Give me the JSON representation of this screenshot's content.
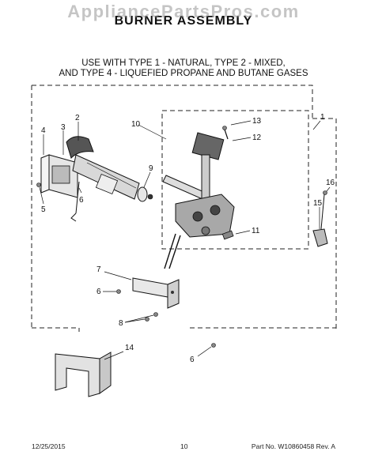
{
  "watermark": "AppliancePartsPros.com",
  "title": "BURNER ASSEMBLY",
  "subtitle_line1": "USE WITH TYPE 1 - NATURAL, TYPE 2 - MIXED,",
  "subtitle_line2": "AND TYPE 4 - LIQUEFIED PROPANE AND BUTANE GASES",
  "callouts": {
    "c1": "1",
    "c2": "2",
    "c3": "3",
    "c4": "4",
    "c5": "5",
    "c6a": "6",
    "c6b": "6",
    "c6c": "6",
    "c7": "7",
    "c8": "8",
    "c9": "9",
    "c10": "10",
    "c11": "11",
    "c12": "12",
    "c13": "13",
    "c14": "14",
    "c15": "15",
    "c16": "16"
  },
  "footer": {
    "date": "12/25/2015",
    "page": "10",
    "part": "Part No.  W10860458  Rev. A"
  }
}
